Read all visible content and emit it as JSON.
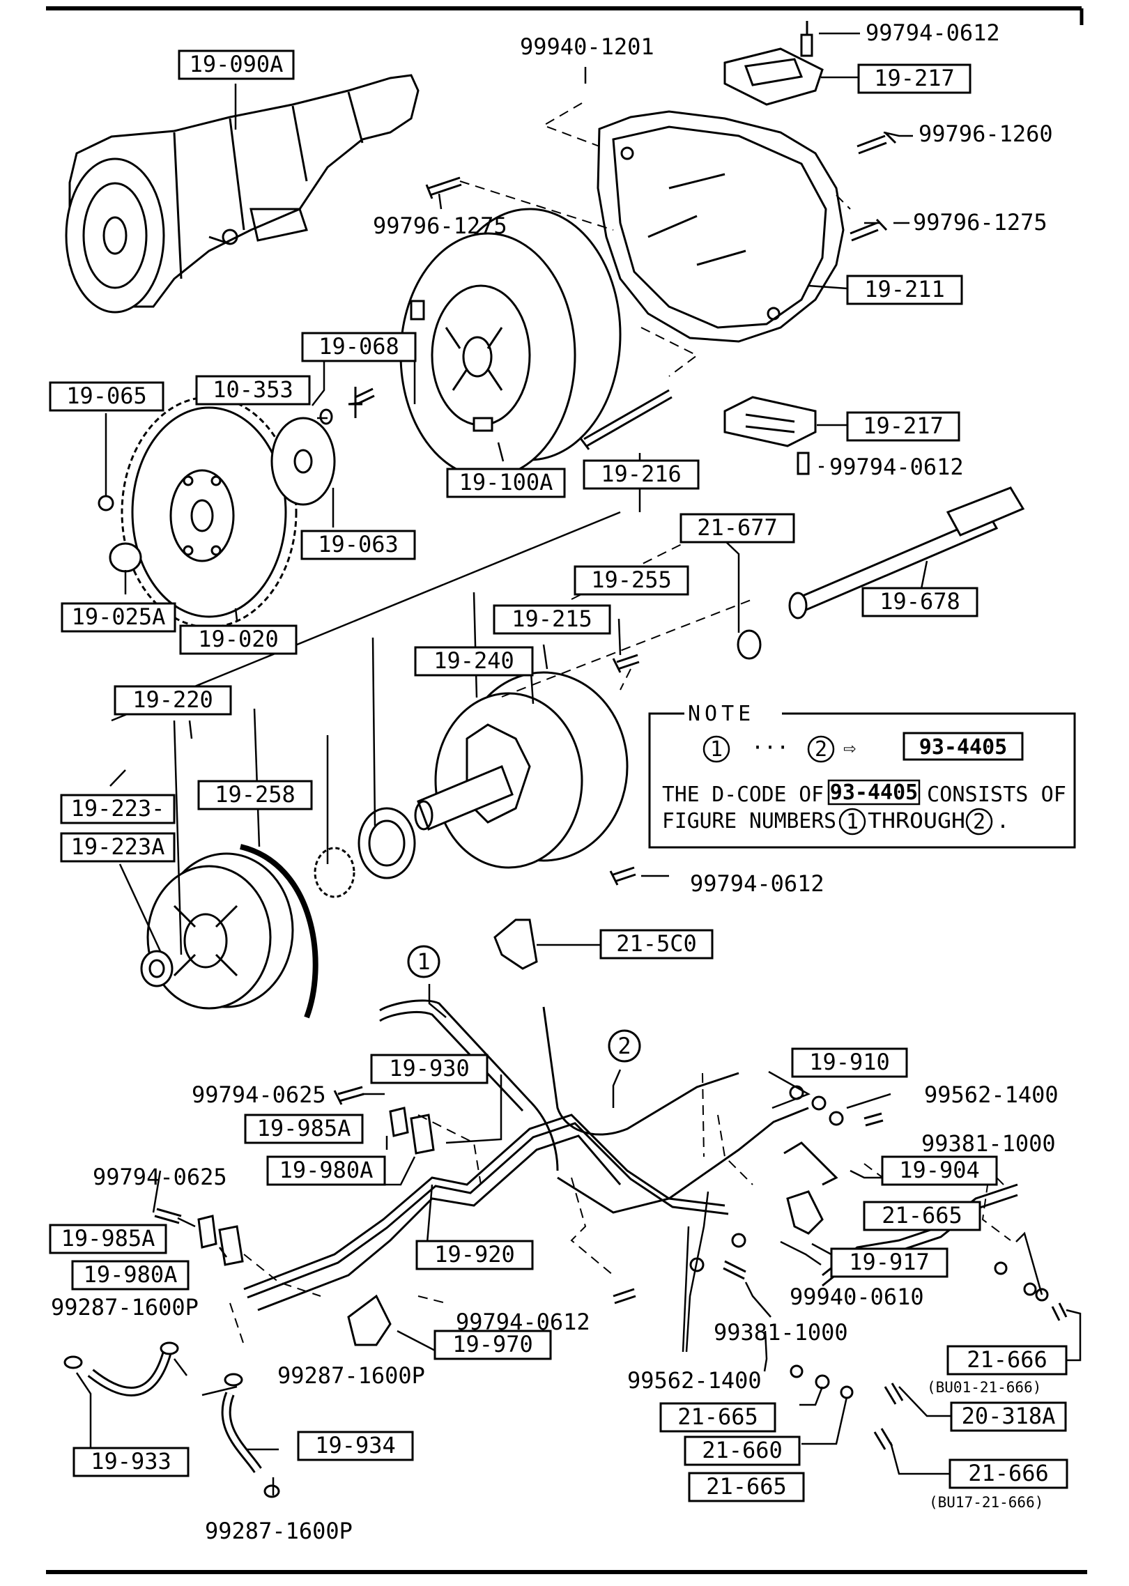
{
  "boxes": [
    "19-090A",
    "19-217",
    "19-211",
    "19-068",
    "19-065",
    "10-353",
    "19-217",
    "19-100A",
    "19-216",
    "21-677",
    "19-063",
    "19-255",
    "19-678",
    "19-215",
    "19-025A",
    "19-020",
    "19-240",
    "19-220",
    "19-223-",
    "19-258",
    "19-223A",
    "21-5C0",
    "19-930",
    "19-910",
    "19-985A",
    "19-980A",
    "19-904",
    "21-665",
    "19-985A",
    "19-920",
    "19-917",
    "19-980A",
    "19-970",
    "21-666",
    "21-665",
    "20-318A",
    "19-934",
    "21-660",
    "21-666",
    "19-933",
    "21-665"
  ],
  "numbers": [
    "99794-0612",
    "99940-1201",
    "99796-1260",
    "99796-1275",
    "99796-1275",
    "99794-0612",
    "99794-0612",
    "99794-0625",
    "99562-1400",
    "99381-1000",
    "99794-0625",
    "99940-0610",
    "99287-1600P",
    "99794-0612",
    "99381-1000",
    "99287-1600P",
    "99562-1400",
    "99287-1600P"
  ],
  "subcodes": [
    "(BU01-21-666)",
    "(BU17-21-666)"
  ],
  "markers": [
    "1",
    "2"
  ],
  "note": {
    "title": "NOTE",
    "ellipsis": "···",
    "arrow": "⇨",
    "code": "93-4405",
    "line1_prefix": "THE D-CODE OF",
    "line1_suffix": "CONSISTS OF",
    "line2_prefix": "FIGURE NUMBERS",
    "line2_through": "THROUGH",
    "line2_end": "."
  }
}
